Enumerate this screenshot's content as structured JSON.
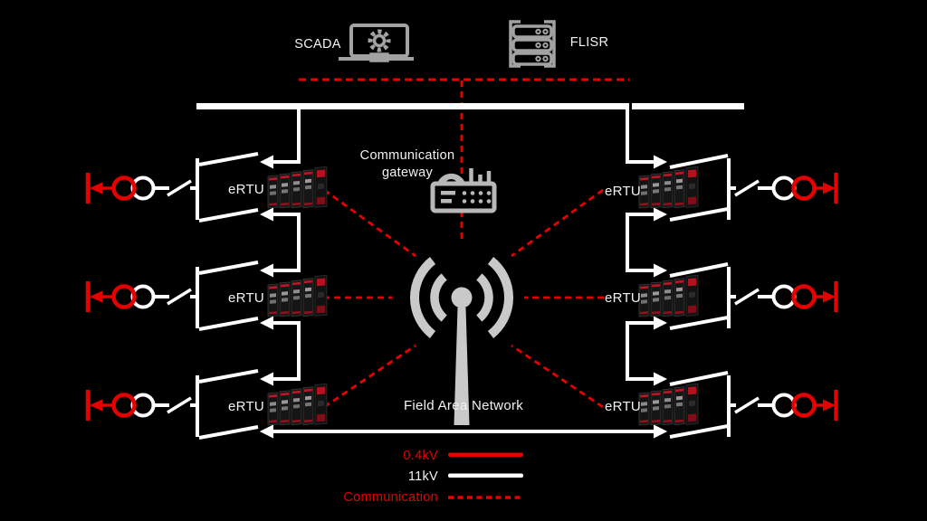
{
  "colors": {
    "background": "#000000",
    "wire_11kv": "#ffffff",
    "wire_04kv": "#e60000",
    "communication": "#e60000",
    "icon_gray": "#a2a2a2",
    "antenna_gray": "#c9c9c9"
  },
  "top": {
    "scada_label": "SCADA",
    "flisr_label": "FLISR"
  },
  "gateway": {
    "line1": "Communication",
    "line2": "gateway"
  },
  "fan": {
    "label": "Field Area Network"
  },
  "rtu": {
    "label": "eRTU",
    "count": 6
  },
  "legend": {
    "items": [
      {
        "label": "0.4kV",
        "line": "solid",
        "color": "#e60000"
      },
      {
        "label": "11kV",
        "line": "solid",
        "color": "#ffffff"
      },
      {
        "label": "Communication",
        "line": "dashed",
        "color": "#e60000"
      }
    ]
  }
}
